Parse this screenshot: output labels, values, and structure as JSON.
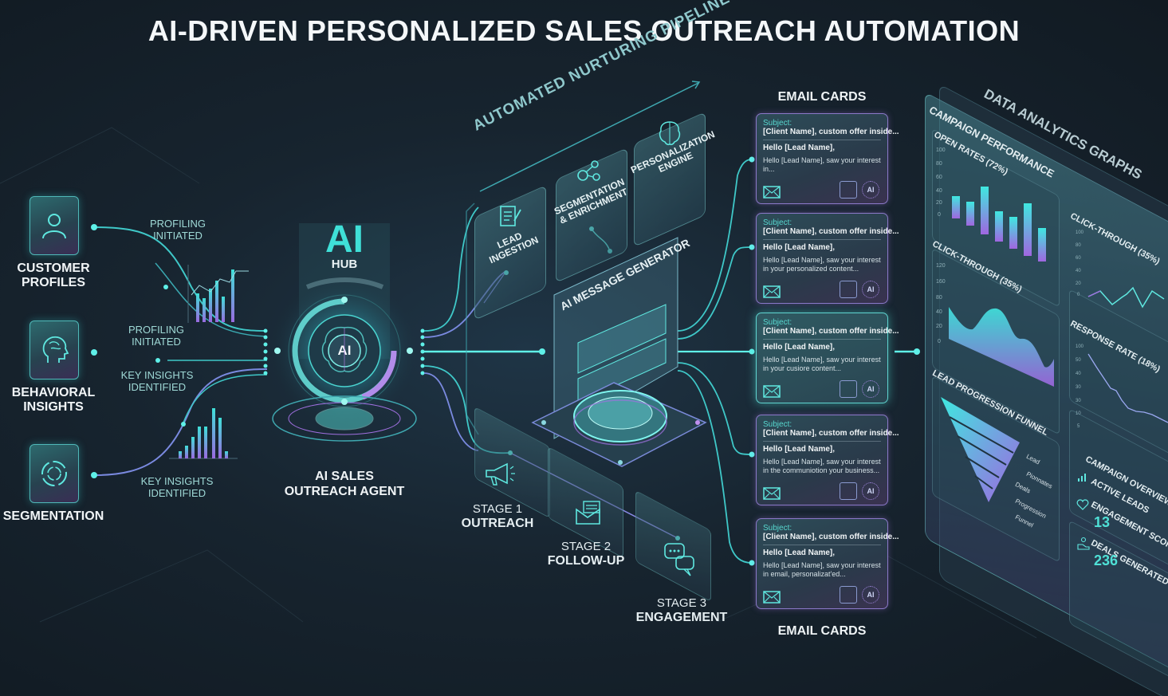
{
  "title": "AI-DRIVEN PERSONALIZED SALES OUTREACH AUTOMATION",
  "colors": {
    "background": "#17242f",
    "accent_teal": "#3fe0d8",
    "accent_purple": "#a070e0",
    "text": "#f0f4f6",
    "flow_label": "#9fd9d6"
  },
  "sources": [
    {
      "label_line1": "CUSTOMER",
      "label_line2": "PROFILES",
      "icon": "user-icon"
    },
    {
      "label_line1": "BEHAVIORAL",
      "label_line2": "INSIGHTS",
      "icon": "brain-head-icon"
    },
    {
      "label_line1": "SEGMENTATION",
      "label_line2": "",
      "icon": "donut-segments-icon"
    }
  ],
  "flow_labels": [
    {
      "line1": "PROFILING",
      "line2": "INITIATED"
    },
    {
      "line1": "PROFILING",
      "line2": "INITIATED"
    },
    {
      "line1": "KEY INSIGHTS",
      "line2": "IDENTIFIED"
    },
    {
      "line1": "KEY INSIGHTS",
      "line2": "IDENTIFIED"
    }
  ],
  "hub": {
    "ai_label": "AI",
    "hub_label": "HUB",
    "core_label": "AI",
    "caption_line1": "AI SALES",
    "caption_line2": "OUTREACH AGENT"
  },
  "pipeline": {
    "title": "AUTOMATED NURTURING PIPELINE",
    "steps": [
      {
        "line1": "LEAD",
        "line2": "INGESTION",
        "icon": "document-pen-icon"
      },
      {
        "line1": "SEGMENTATION",
        "line2": "& ENRICHMENT",
        "icon": "network-nodes-icon"
      },
      {
        "line1": "PERSONALIZATION",
        "line2": "ENGINE",
        "icon": "brain-icon"
      }
    ],
    "generator_title": "AI MESSAGE GENERATOR"
  },
  "stages": [
    {
      "number": "STAGE 1",
      "name": "OUTREACH",
      "icon": "megaphone-icon"
    },
    {
      "number": "STAGE 2",
      "name": "FOLLOW-UP",
      "icon": "envelope-open-icon"
    },
    {
      "number": "STAGE 3",
      "name": "ENGAGEMENT",
      "icon": "chat-bubbles-icon"
    }
  ],
  "email_cards": {
    "heading_top": "EMAIL CARDS",
    "heading_bottom": "EMAIL CARDS",
    "cards": [
      {
        "subject_label": "Subject:",
        "subject": "[Client Name], custom offer inside...",
        "greeting": "Hello [Lead Name],",
        "body": "Hello [Lead Name], saw your interest in...",
        "ai_badge": "AI"
      },
      {
        "subject_label": "Subject:",
        "subject": "[Client Name], custom offer inside...",
        "greeting": "Hello [Lead Name],",
        "body": "Hello [Lead Name], saw your interest in your personalized content...",
        "ai_badge": "AI"
      },
      {
        "subject_label": "Subject:",
        "subject": "[Client Name], custom offer inside...",
        "greeting": "Hello [Lead Name],",
        "body": "Hello [Lead Name], saw your interest in your cusiore content...",
        "ai_badge": "AI"
      },
      {
        "subject_label": "Subject:",
        "subject": "[Client Name], custom offer inside...",
        "greeting": "Hello [Lead Name],",
        "body": "Hello [Lead Name], saw your interest in the communiotion your business...",
        "ai_badge": "AI"
      },
      {
        "subject_label": "Subject:",
        "subject": "[Client Name], custom offer inside...",
        "greeting": "Hello [Lead Name],",
        "body": "Hello [Lead Name], saw your interest in email, personalizat'ed...",
        "ai_badge": "AI"
      }
    ]
  },
  "analytics": {
    "title": "DATA ANALYTICS GRAPHS",
    "campaign_performance": "CAMPAIGN PERFORMANCE",
    "open_rates": {
      "label": "OPEN RATES (72%)",
      "ticks": [
        "100",
        "80",
        "60",
        "40",
        "20",
        "0"
      ],
      "bars": [
        30,
        28,
        52,
        36,
        34,
        50,
        28
      ]
    },
    "click_through_area": {
      "label": "CLICK-THROUGH (35%)",
      "ticks": [
        "120",
        "160",
        "80",
        "40",
        "20",
        "0"
      ]
    },
    "click_through_line": {
      "label": "CLICK-THROUGH (35%)",
      "ticks": [
        "100",
        "80",
        "60",
        "40",
        "20",
        "0"
      ]
    },
    "response_rate": {
      "label": "RESPONSE RATE (18%)",
      "ticks": [
        "100",
        "50",
        "40",
        "30",
        "30",
        "10",
        "5"
      ]
    },
    "funnel": {
      "label": "LEAD PROGRESSION FUNNEL",
      "stages": [
        "Lead",
        "Pionnates",
        "Deals",
        "Progression",
        "Funnel"
      ]
    },
    "overview": {
      "label": "CAMPAIGN OVERVIEW",
      "active_leads": "ACTIVE LEADS",
      "engagement_score_label": "ENGAGEMENT SCORE",
      "engagement_score_value": "13",
      "deals_generated_label": "DEALS GENERATED",
      "deals_generated_value": "236"
    }
  }
}
